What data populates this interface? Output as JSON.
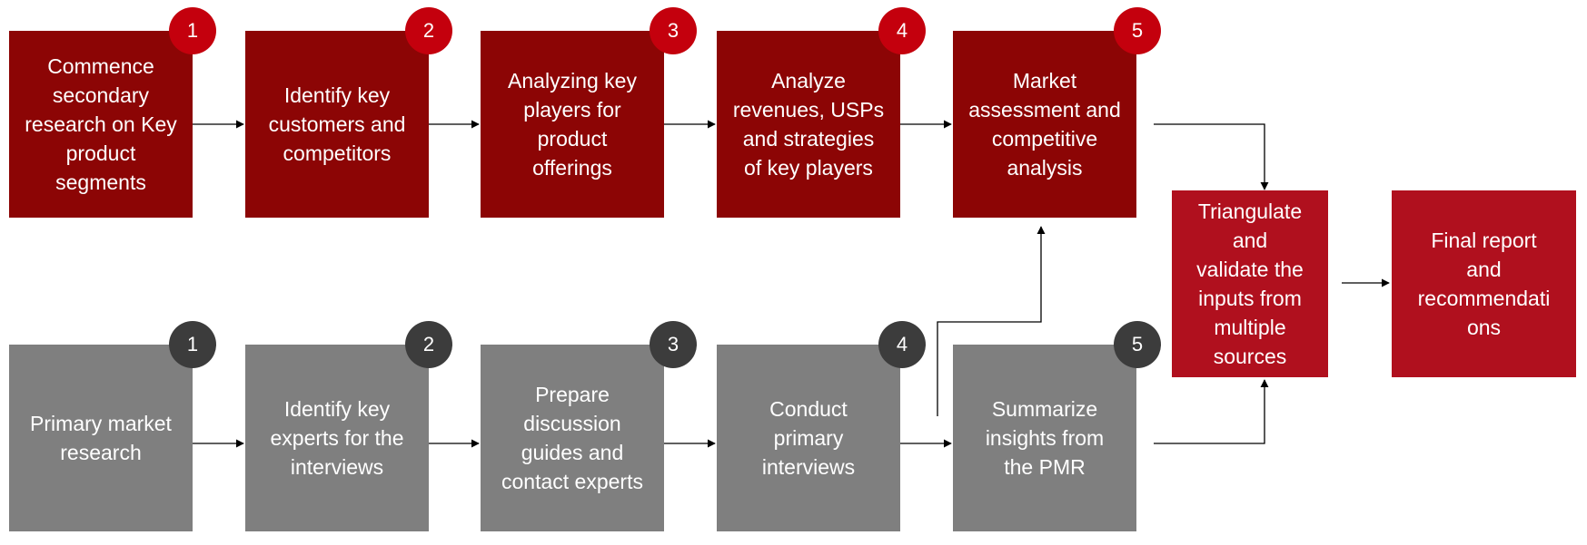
{
  "colors": {
    "top_box": "#8c0505",
    "bottom_box": "#7f7f7f",
    "final_box": "#b0101e",
    "top_badge": "#c4000d",
    "bottom_badge": "#3c3c3c",
    "arrow": "#000000"
  },
  "top_row": {
    "steps": [
      {
        "number": "1",
        "label": "Commence\nsecondary\nresearch on Key\nproduct\nsegments"
      },
      {
        "number": "2",
        "label": "Identify key\ncustomers and\ncompetitors"
      },
      {
        "number": "3",
        "label": "Analyzing key\nplayers for\nproduct\nofferings"
      },
      {
        "number": "4",
        "label": "Analyze\nrevenues, USPs\nand strategies\nof key players"
      },
      {
        "number": "5",
        "label": "Market\nassessment and\ncompetitive\nanalysis"
      }
    ]
  },
  "bottom_row": {
    "steps": [
      {
        "number": "1",
        "label": "Primary market\nresearch"
      },
      {
        "number": "2",
        "label": "Identify key\nexperts for the\ninterviews"
      },
      {
        "number": "3",
        "label": "Prepare\ndiscussion\nguides and\ncontact experts"
      },
      {
        "number": "4",
        "label": "Conduct\nprimary\ninterviews"
      },
      {
        "number": "5",
        "label": "Summarize\ninsights from\nthe PMR"
      }
    ]
  },
  "triangulate": {
    "label": "Triangulate and\nvalidate the\ninputs from\nmultiple\nsources"
  },
  "final": {
    "label": "Final report\nand\nrecommendati\nons"
  }
}
